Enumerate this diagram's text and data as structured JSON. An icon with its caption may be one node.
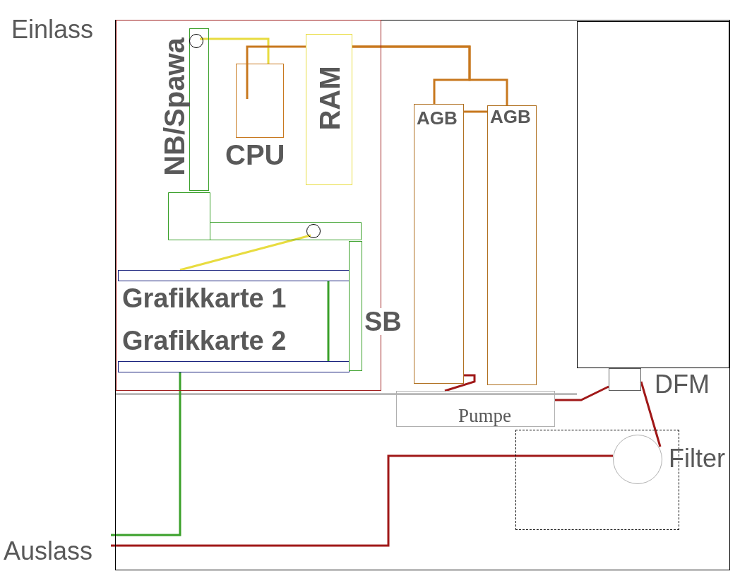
{
  "diagram": {
    "nodes": [
      {
        "text": [],
        "shape": "box"
      },
      {
        "text": [],
        "shape": "box",
        "in": 0
      },
      {
        "text": [
          "NB/Spawa"
        ],
        "in": 1
      },
      {
        "text": [],
        "shape": "circle",
        "in": 2
      },
      {
        "text": [
          "CPU"
        ],
        "in": 1
      },
      {
        "text": [
          "RAM"
        ],
        "in": 1
      },
      {
        "text": [],
        "shape": "box",
        "in": 1
      },
      {
        "text": [],
        "shape": "circle",
        "in": 6
      },
      {
        "text": [
          "Grafikkarte 1"
        ],
        "in": 1
      },
      {
        "text": [
          "Grafikkarte 2"
        ],
        "in": 1
      },
      {
        "text": [
          "SB"
        ],
        "in": 0
      },
      {
        "text": [
          "AGB"
        ],
        "in": 0
      },
      {
        "text": [
          "AGB"
        ],
        "in": 0
      },
      {
        "text": [
          "Pumpe"
        ],
        "in": 0
      },
      {
        "text": [
          "DFM"
        ],
        "in": 0
      },
      {
        "text": [],
        "shape": "box",
        "in": 0
      },
      {
        "text": [
          "Filter"
        ],
        "in": 15
      },
      {
        "text": [
          "Auslass"
        ]
      },
      {
        "text": [],
        "shape": "box",
        "in": 0
      }
    ],
    "edges": [
      {
        "from": 3,
        "to": 4,
        "arrow": "none",
        "color": "#e8dc40"
      },
      {
        "from": 4,
        "to": 5,
        "arrow": "none",
        "color": "#c8781e"
      },
      {
        "from": 5,
        "to": 11,
        "arrow": "none",
        "color": "#c8781e"
      },
      {
        "from": 5,
        "to": 12,
        "arrow": "none",
        "color": "#c8781e"
      },
      {
        "from": 11,
        "to": 12,
        "arrow": "none",
        "color": "#c8781e"
      },
      {
        "from": 11,
        "to": 13,
        "arrow": "none",
        "color": "#a01818"
      },
      {
        "from": 13,
        "to": 14,
        "arrow": "none",
        "color": "#a01818"
      },
      {
        "from": 14,
        "to": 16,
        "arrow": "none",
        "color": "#a01818"
      },
      {
        "from": 16,
        "to": 17,
        "arrow": "none",
        "color": "#a01818"
      },
      {
        "from": 7,
        "to": 8,
        "arrow": "none",
        "color": "#e8dc40"
      },
      {
        "from": 8,
        "to": 9,
        "arrow": "none",
        "color": "#3aa02a"
      },
      {
        "from": 9,
        "to": 17,
        "arrow": "none",
        "color": "#3aa02a"
      }
    ],
    "labels": [
      "Einlass"
    ]
  }
}
